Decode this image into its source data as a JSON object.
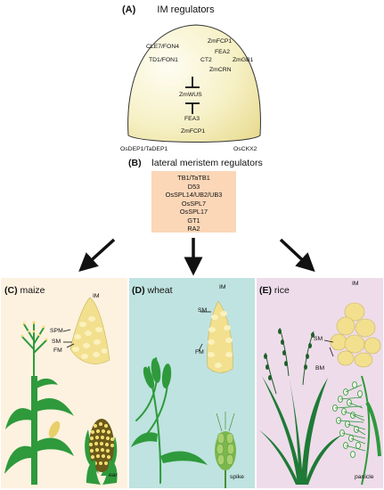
{
  "panel_a": {
    "letter": "(A)",
    "title": "IM regulators",
    "left_regulators": [
      "CLE7/FON4",
      "TD1/FON1"
    ],
    "right_regulators": [
      "ZmFCP1",
      "FEA2",
      "CT2",
      "ZmGB1",
      "ZmCRN"
    ],
    "center": "ZmWUS",
    "lower": [
      "FEA3",
      "ZmFCP1"
    ],
    "outside_left": "OsDEP1/TaDEP1",
    "outside_right": "OsCKX2"
  },
  "panel_b": {
    "letter": "(B)",
    "title": "lateral meristem regulators",
    "items": [
      "TB1/TaTB1",
      "D53",
      "OsSPL14/UB2/UB3",
      "OsSPL7",
      "OsSPL17",
      "GT1",
      "RA2"
    ]
  },
  "panel_c": {
    "letter": "(C)",
    "name": "maize",
    "im": "IM",
    "spm": "SPM",
    "sm": "SM",
    "fm": "FM",
    "ear": "ear"
  },
  "panel_d": {
    "letter": "(D)",
    "name": "wheat",
    "im": "IM",
    "sm": "SM",
    "fm": "FM",
    "spike": "spike"
  },
  "panel_e": {
    "letter": "(E)",
    "name": "rice",
    "im": "IM",
    "sm": "SM",
    "bm": "BM",
    "panicle": "panicle"
  },
  "colors": {
    "dome_light": "#fdfbe9",
    "dome_dark": "#ece3a0",
    "box": "#fbd7b8",
    "maize_bg": "#fdf2e0",
    "wheat_bg": "#bfe3e0",
    "rice_bg": "#eedcea",
    "plant_green": "#2e9a3c",
    "grain": "#f0dc70"
  }
}
